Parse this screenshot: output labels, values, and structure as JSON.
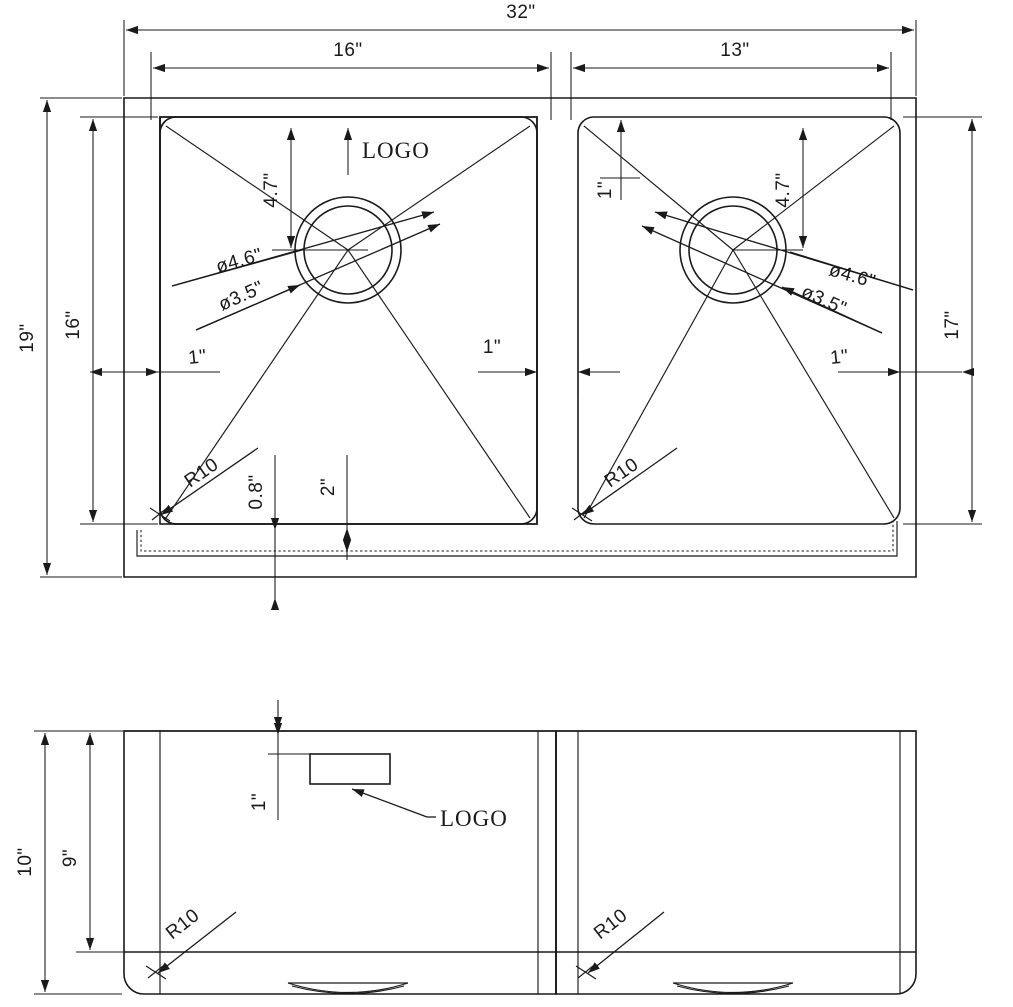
{
  "drawing": {
    "title": "Double Bowl Undermount Sink Dimensioned Drawing",
    "units": "inches",
    "line_color": "#1a1a1a",
    "background": "#ffffff"
  },
  "top_view": {
    "name": "top-view",
    "overall_width": "32\"",
    "overall_depth": "19\"",
    "left_bowl_width": "16\"",
    "right_bowl_width": "13\"",
    "left_bowl_depth": "16\"",
    "right_bowl_depth": "17\"",
    "rim_left": "1\"",
    "rim_center": "1\"",
    "rim_right": "1\"",
    "rim_top_left": "1\"",
    "drain_offset_top": "4.7\"",
    "drain_outer_dia": "ø4.6\"",
    "drain_inner_dia": "ø3.5\"",
    "corner_radius": "R10",
    "bottom_offset_a": "0.8\"",
    "bottom_offset_b": "2\"",
    "logo_label": "LOGO"
  },
  "front_view": {
    "name": "front-view",
    "overall_height": "10\"",
    "bowl_height": "9\"",
    "logo_offset": "1\"",
    "corner_radius_left": "R10",
    "corner_radius_right": "R10",
    "logo_label": "LOGO"
  },
  "labels": {
    "dim_32": "32\"",
    "dim_19": "19\"",
    "dim_16_h": "16\"",
    "dim_13": "13\"",
    "dim_16_v": "16\"",
    "dim_17": "17\"",
    "dim_1_left": "1\"",
    "dim_1_center": "1\"",
    "dim_1_right": "1\"",
    "dim_1_top_right": "1\"",
    "dim_47_left": "4.7\"",
    "dim_47_right": "4.7\"",
    "dia_46_left": "ø4.6\"",
    "dia_35_left": "ø3.5\"",
    "dia_46_right": "ø4.6\"",
    "dia_35_right": "ø3.5\"",
    "r10_top_left": "R10",
    "r10_top_right": "R10",
    "dim_08": "0.8\"",
    "dim_2": "2\"",
    "logo_top": "LOGO",
    "dim_10": "10\"",
    "dim_9": "9\"",
    "dim_1_front": "1\"",
    "r10_front_left": "R10",
    "r10_front_right": "R10",
    "logo_front": "LOGO"
  }
}
